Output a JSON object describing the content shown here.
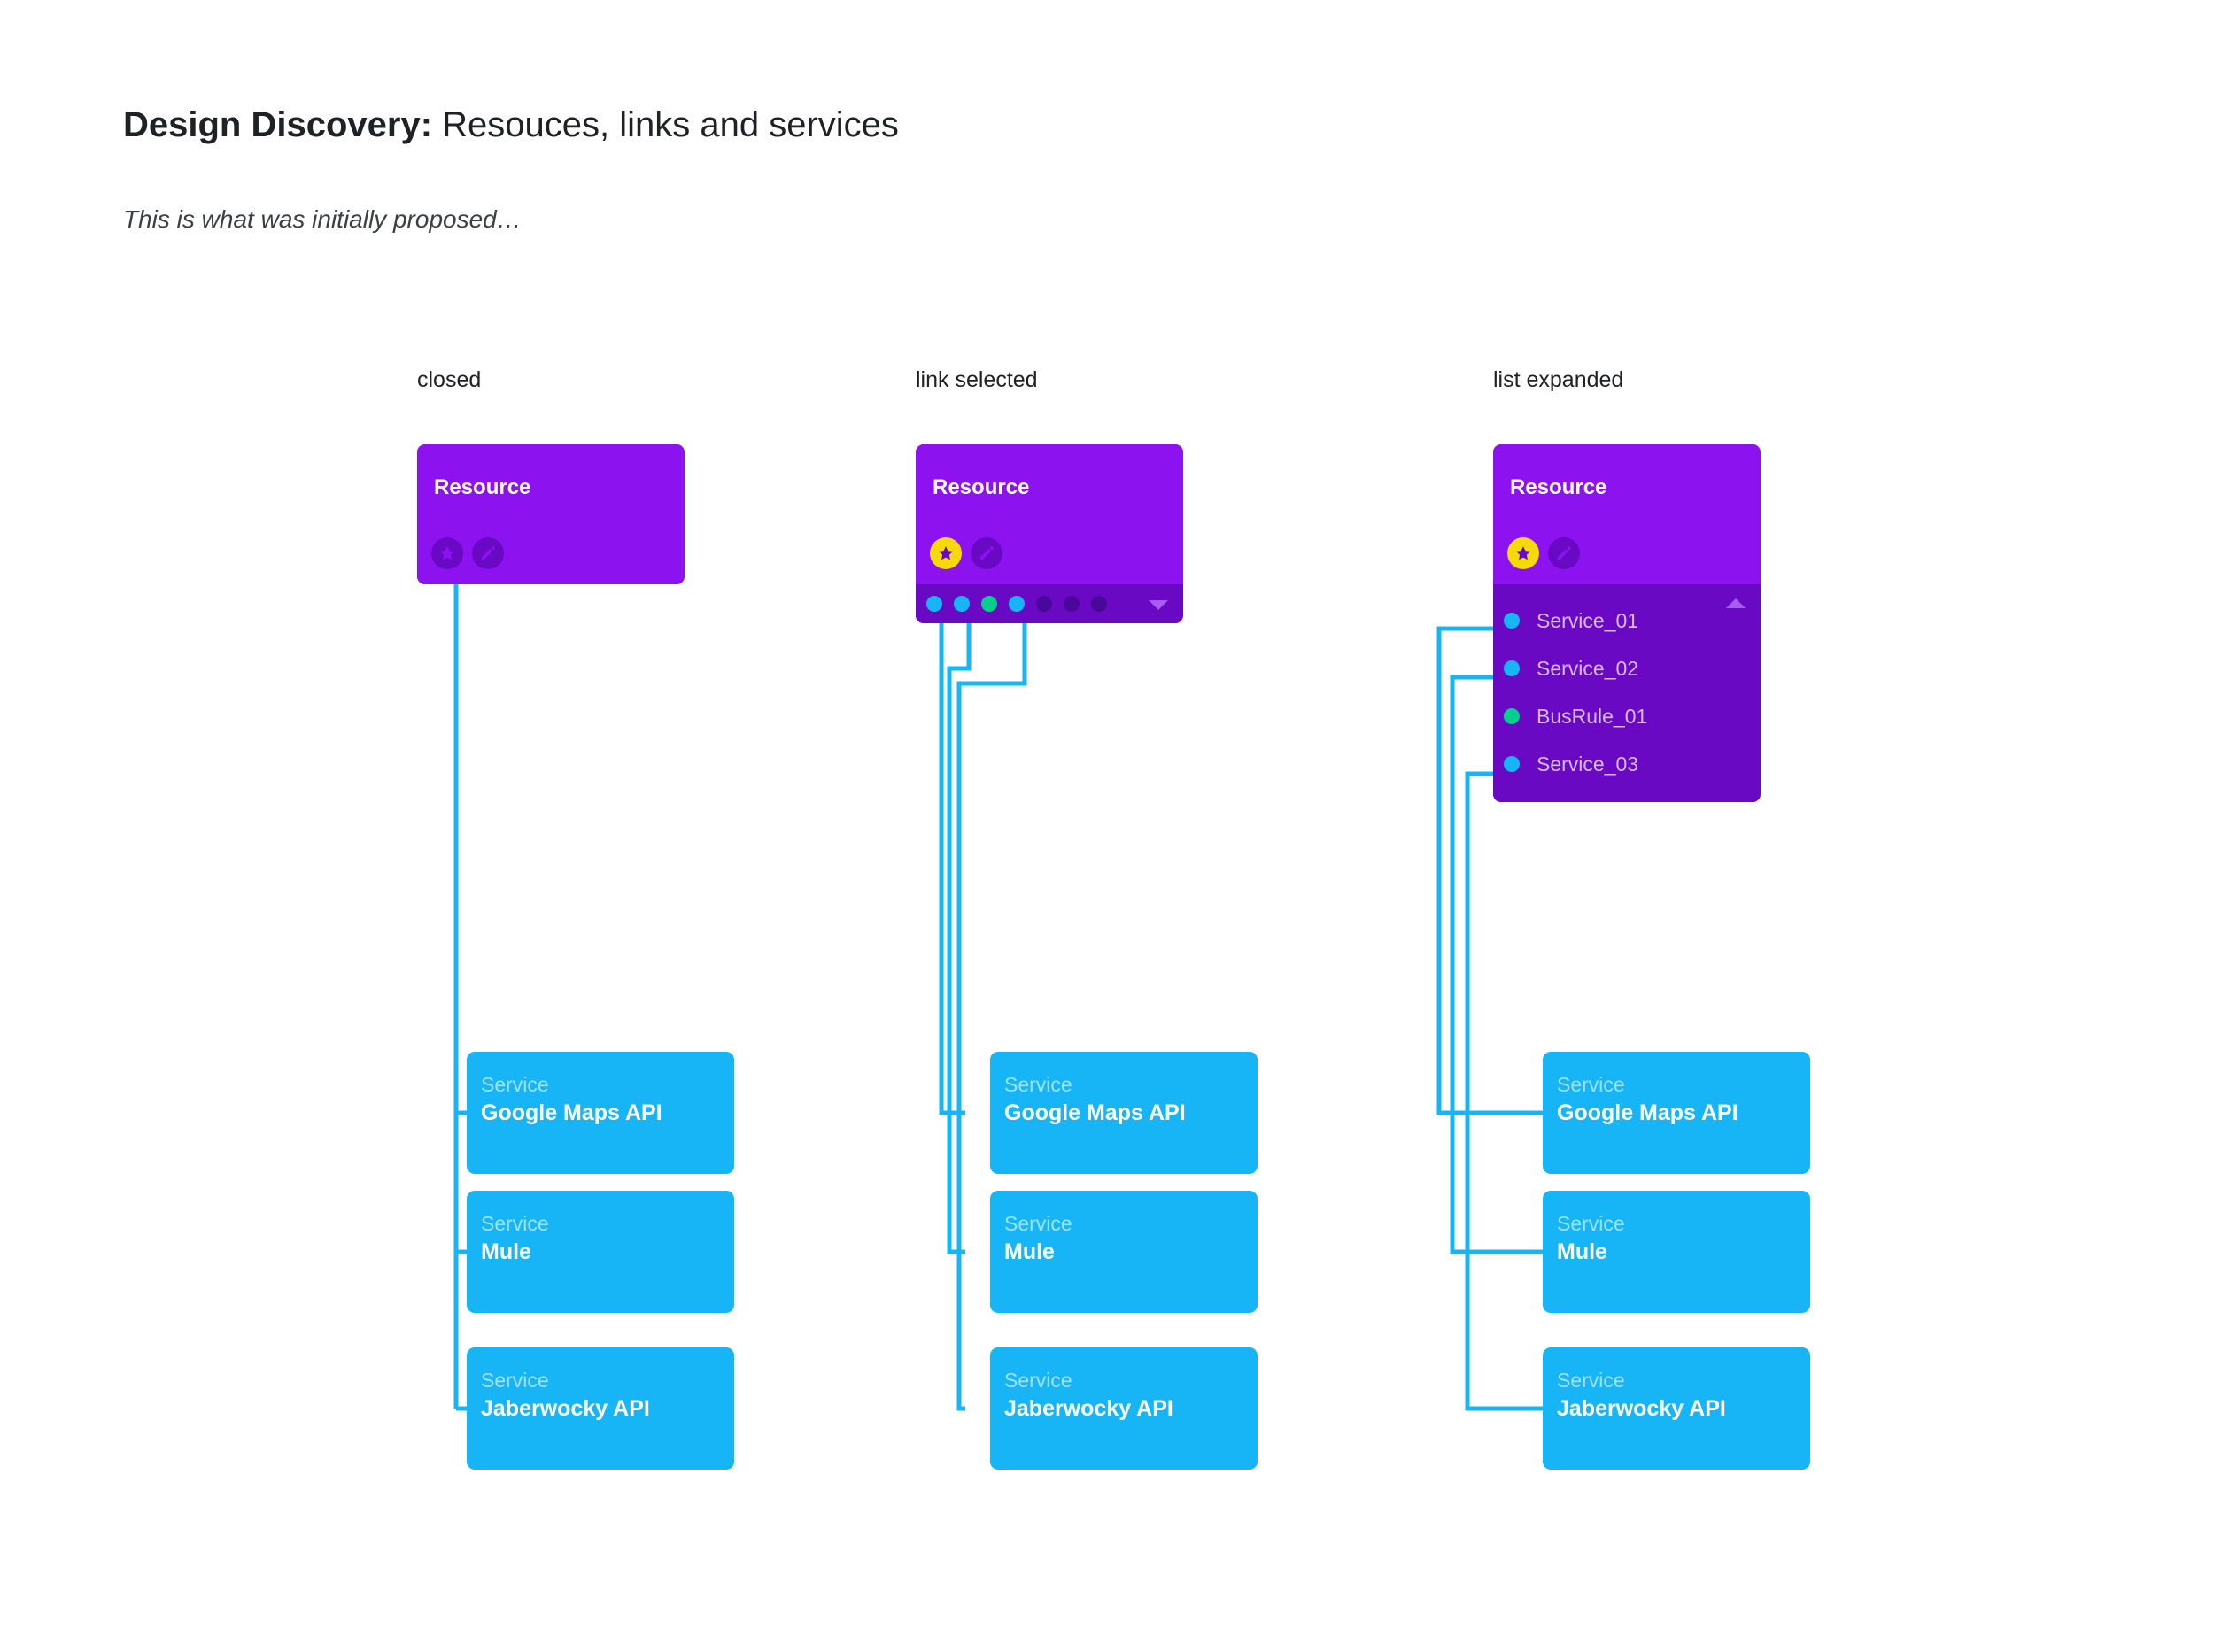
{
  "header": {
    "title_strong": "Design Discovery:",
    "title_light": " Resouces, links and services",
    "subtitle": "This is what was initially proposed…"
  },
  "colors": {
    "resource_purple": "#8C13F0",
    "resource_dark_purple": "#6A09C4",
    "service_cyan": "#17B5F5",
    "busrule_green": "#06CE8D",
    "star_active_yellow": "#F5D90A",
    "wire": "#17B5F5",
    "list_label": "#D8B9F7"
  },
  "columns": [
    {
      "label": "closed",
      "card": {
        "title": "Resource",
        "icons": [
          {
            "name": "star-icon",
            "state": "inactive"
          },
          {
            "name": "edit-pencil-icon",
            "state": "inactive"
          }
        ],
        "state": "closed"
      }
    },
    {
      "label": "link selected",
      "card": {
        "title": "Resource",
        "icons": [
          {
            "name": "star-icon",
            "state": "active"
          },
          {
            "name": "edit-pencil-icon",
            "state": "inactive"
          }
        ],
        "state": "link-selected",
        "link_dots": [
          {
            "kind": "cyan",
            "linked": true
          },
          {
            "kind": "cyan",
            "linked": true
          },
          {
            "kind": "green",
            "linked": false
          },
          {
            "kind": "cyan",
            "linked": true
          },
          {
            "kind": "empty",
            "linked": false
          },
          {
            "kind": "empty",
            "linked": false
          },
          {
            "kind": "empty",
            "linked": false
          }
        ],
        "expand_control": "chevron-down-icon"
      }
    },
    {
      "label": "list expanded",
      "card": {
        "title": "Resource",
        "icons": [
          {
            "name": "star-icon",
            "state": "active"
          },
          {
            "name": "edit-pencil-icon",
            "state": "inactive"
          }
        ],
        "state": "list-expanded",
        "collapse_control": "chevron-up-icon",
        "list_items": [
          {
            "label": "Service_01",
            "kind": "cyan"
          },
          {
            "label": "Service_02",
            "kind": "cyan"
          },
          {
            "label": "BusRule_01",
            "kind": "green"
          },
          {
            "label": "Service_03",
            "kind": "cyan"
          }
        ]
      }
    }
  ],
  "services": [
    {
      "kind": "Service",
      "name": "Google Maps API"
    },
    {
      "kind": "Service",
      "name": "Mule"
    },
    {
      "kind": "Service",
      "name": "Jaberwocky API"
    }
  ]
}
